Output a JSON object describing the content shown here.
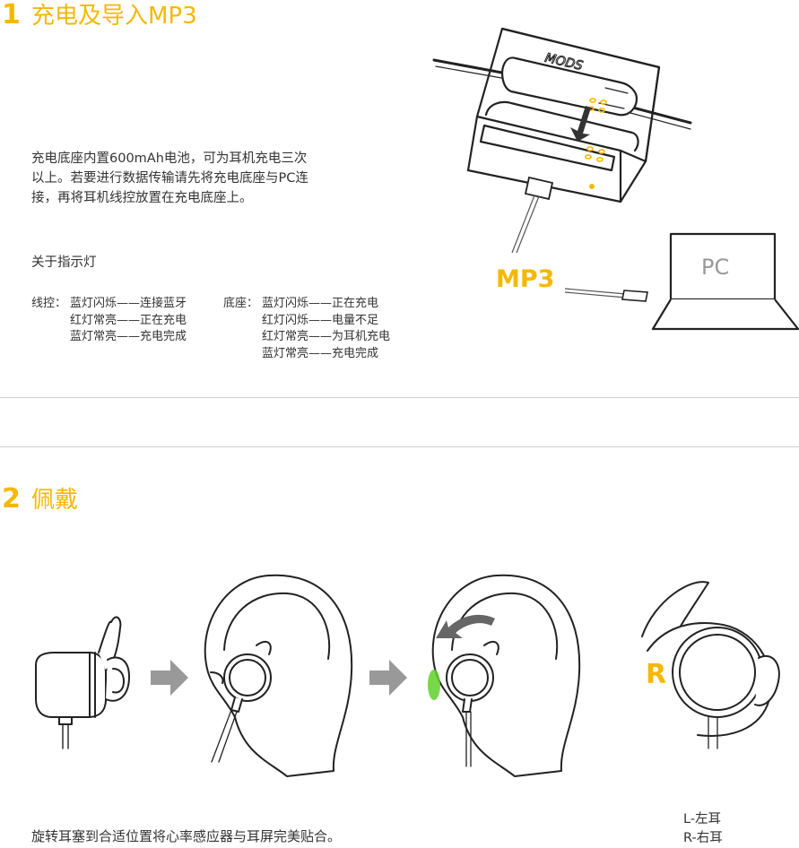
{
  "section1": {
    "number": "1",
    "title": "充电及导入MP3",
    "description": "充电底座内置600mAh电池，可为耳机充电三次以上。若要进行数据传输请先将充电底座与PC连接，再将耳机线控放置在充电底座上。",
    "indicator_heading": "关于指示灯",
    "remote_label": "线控：",
    "remote_rows": [
      "蓝灯闪烁——连接蓝牙",
      "红灯常亮——正在充电",
      "蓝灯常亮——充电完成"
    ],
    "base_label": "底座：",
    "base_rows": [
      "蓝灯闪烁——正在充电",
      "红灯闪烁——电量不足",
      "红灯常亮——为耳机充电",
      "蓝灯常亮——充电完成"
    ],
    "diagram": {
      "mp3_label": "MP3",
      "pc_label": "PC",
      "brand_text": "MODS"
    }
  },
  "section2": {
    "number": "2",
    "title": "佩戴",
    "instruction": "旋转耳塞到合适位置将心率感应器与耳屏完美贴合。",
    "r_marker": "R",
    "legend_left": "L-左耳",
    "legend_right": "R-右耳"
  },
  "colors": {
    "accent": "#f5b800",
    "text": "#333333",
    "line": "#222222",
    "sensor_glow": "#5fd12a"
  }
}
